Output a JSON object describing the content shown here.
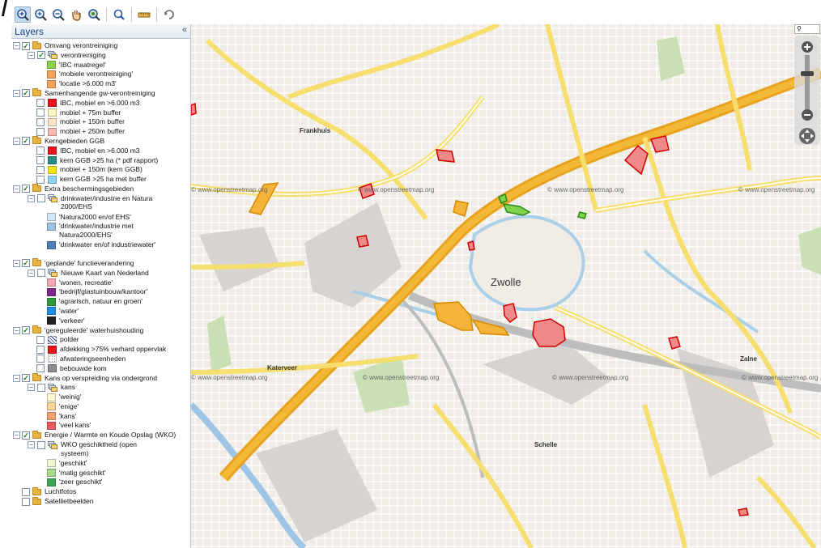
{
  "panel": {
    "title": "Layers",
    "collapse_glyph": "«"
  },
  "toolbar": {
    "buttons": [
      {
        "icon": "zoom-in-box-icon",
        "active": true
      },
      {
        "icon": "zoom-in-icon"
      },
      {
        "icon": "zoom-out-icon"
      },
      {
        "icon": "pan-hand-icon"
      },
      {
        "icon": "zoom-full-extent-icon"
      },
      {
        "icon": "identify-icon"
      },
      {
        "icon": "measure-icon"
      },
      {
        "icon": "refresh-icon"
      }
    ]
  },
  "tree": {
    "groups": [
      {
        "label": "Omvang verontreiniging",
        "checked": true,
        "children": [
          {
            "label": "verontreiniging",
            "checked": true,
            "items": [
              {
                "label": "'IBC maatregel'",
                "color": "#8fd14f"
              },
              {
                "label": "'mobiele verontreiniging'",
                "color": "#f3a35a"
              },
              {
                "label": "'locatie >6.000 m3'",
                "color": "#f3a35a"
              }
            ]
          }
        ]
      },
      {
        "label": "Samenhangende gw-verontreiniging",
        "checked": true,
        "items": [
          {
            "label": "IBC, mobiel en >6.000 m3",
            "color": "#e8141c",
            "checkbox": true
          },
          {
            "label": "mobiel + 75m buffer",
            "color": "#fff5c2",
            "checkbox": true
          },
          {
            "label": "mobiel + 150m buffer",
            "color": "#fde4c8",
            "checkbox": true
          },
          {
            "label": "mobiel + 250m buffer",
            "color": "#f7b8b0",
            "checkbox": true
          }
        ]
      },
      {
        "label": "Kerngebieden GGB",
        "checked": true,
        "items": [
          {
            "label": "IBC, mobiel en >6.000 m3",
            "color": "#e8141c",
            "checkbox": true
          },
          {
            "label": "kern GGB >25 ha (* pdf rapport)",
            "color": "#2b8e86",
            "checkbox": true
          },
          {
            "label": "mobiel + 150m (kern GGB)",
            "color": "#f5e61a",
            "checkbox": true
          },
          {
            "label": "kern GGB >25 ha met buffer",
            "color": "#8ed3f2",
            "checkbox": true
          }
        ]
      },
      {
        "label": "Extra beschermingsgebieden",
        "checked": true,
        "children": [
          {
            "label": "drinkwater/industrie en Natura 2000/EHS",
            "checked": false,
            "items": [
              {
                "label": "'Natura2000 en/of EHS'",
                "color": "#d4e9f7"
              },
              {
                "label": "'drinkwater/industrie met Natura2000/EHS'",
                "color": "#9cc3e2"
              },
              {
                "label": "'drinkwater en/of industriewater'",
                "color": "#4f7fb5"
              }
            ]
          }
        ]
      },
      {
        "label": "'geplande' functieverandering",
        "checked": true,
        "children": [
          {
            "label": "Nieuwe Kaart van Nederland",
            "checked": false,
            "items": [
              {
                "label": "'wonen, recreatie'",
                "color": "#f2a7b0"
              },
              {
                "label": "'bedrijf/glastuinbouw/kantoor'",
                "color": "#7a2a8c"
              },
              {
                "label": "'agrarisch, natuur en groen'",
                "color": "#2e9b3a"
              },
              {
                "label": "'water'",
                "color": "#1e8fe8"
              },
              {
                "label": "'verkeer'",
                "color": "#222222"
              }
            ]
          }
        ]
      },
      {
        "label": "'gereguleerde' waterhuishouding",
        "checked": true,
        "items": [
          {
            "label": "polder",
            "color": "hatch",
            "checkbox": true
          },
          {
            "label": "afdekking >75% verhard oppervlak",
            "color": "#e8141c",
            "checkbox": true
          },
          {
            "label": "afwateringseenheden",
            "color": "dots",
            "checkbox": true
          },
          {
            "label": "bebouwde kom",
            "color": "#8c8c8c",
            "checkbox": true
          }
        ]
      },
      {
        "label": "Kans op verspreiding via ondergrond",
        "checked": true,
        "children": [
          {
            "label": "kans",
            "checked": false,
            "items": [
              {
                "label": "'weinig'",
                "color": "#fff8d0"
              },
              {
                "label": "'enige'",
                "color": "#fcd69a"
              },
              {
                "label": "'kans'",
                "color": "#f5a26f"
              },
              {
                "label": "'veel kans'",
                "color": "#ea5a5f"
              }
            ]
          }
        ]
      },
      {
        "label": "Energie / Warmte en Koude Opslag (WKO)",
        "checked": true,
        "children": [
          {
            "label": "WKO geschiktheid (open systeem)",
            "checked": false,
            "items": [
              {
                "label": "'geschikt'",
                "color": "#eef7d4"
              },
              {
                "label": "'matig geschikt'",
                "color": "#a9d98c"
              },
              {
                "label": "'zeer geschikt'",
                "color": "#3ea655"
              }
            ]
          }
        ]
      },
      {
        "label": "Luchtfotos",
        "checked": false,
        "leaf": true
      },
      {
        "label": "Satellietbeelden",
        "checked": false,
        "leaf": true
      }
    ]
  },
  "map": {
    "city_label": "Zwolle",
    "places": [
      "Frankhuis",
      "Katerveer",
      "Zalne",
      "Schelle"
    ],
    "watermark": "© www.openstreetmap.org",
    "search_glyph": "⚲"
  }
}
